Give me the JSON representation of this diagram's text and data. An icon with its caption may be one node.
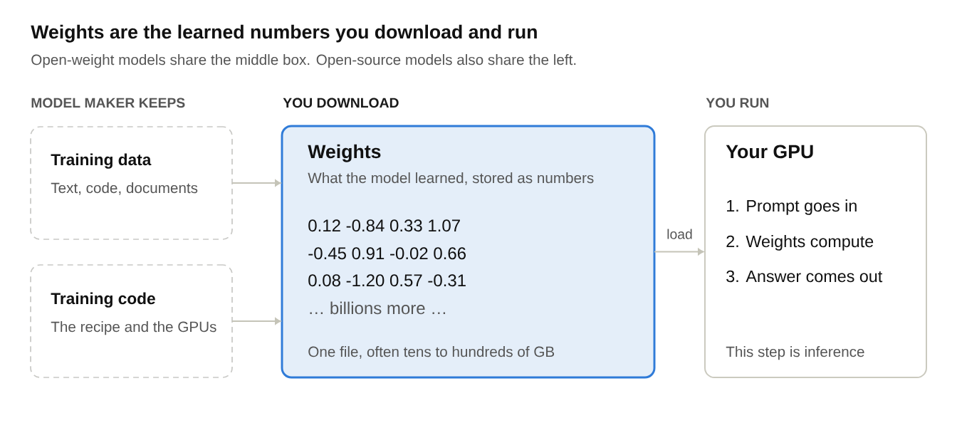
{
  "diagram": {
    "title": "Weights are the learned numbers you download and run",
    "nodes": [
      {
        "text": [
          "Training data",
          "Text, code, documents"
        ]
      },
      {
        "text": [
          "Training code",
          "The recipe and the GPUs"
        ]
      },
      {
        "text": [
          "Weights",
          "What the model learned, stored as numbers",
          "0.12 -0.84 0.33 1.07",
          "-0.45 0.91 -0.02 0.66",
          "0.08 -1.20 0.57 -0.31",
          "… billions more …",
          "One file, often tens to hundreds of GB"
        ]
      },
      {
        "text": [
          "Your GPU",
          "1. Prompt goes in",
          "2. Weights compute",
          "3. Answer comes out",
          "This step is inference"
        ]
      }
    ],
    "edges": [
      {
        "from": 0,
        "to": 2,
        "arrow": "to"
      },
      {
        "from": 1,
        "to": 2,
        "arrow": "to"
      },
      {
        "from": 2,
        "to": 3,
        "arrow": "to",
        "label": "load"
      }
    ],
    "labels": [
      "Open-weight models share the middle box. Open-source models also share the left.",
      "MODEL MAKER KEEPS",
      "YOU DOWNLOAD",
      "YOU RUN"
    ]
  }
}
